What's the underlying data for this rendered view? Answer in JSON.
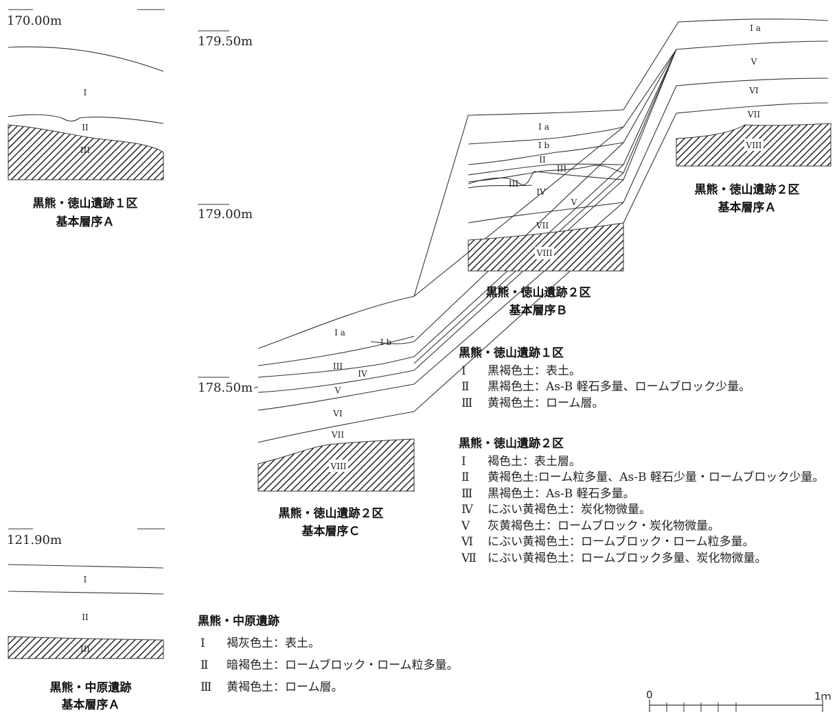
{
  "elevations": {
    "site1": "170.00m",
    "area2_top": "179.50m",
    "area2_mid": "179.00m",
    "area2_low": "178.50m",
    "nakahara": "121.90m"
  },
  "profiles": {
    "site1_a": {
      "caption1": "黒熊・徳山遺跡１区",
      "caption2": "基本層序Ａ",
      "layers": [
        "I",
        "II",
        "III"
      ]
    },
    "site2_a": {
      "caption1": "黒熊・徳山遺跡２区",
      "caption2": "基本層序Ａ",
      "layers": [
        "I a",
        "V",
        "VI",
        "VII",
        "VIII"
      ]
    },
    "site2_b": {
      "caption1": "黒熊・徳山遺跡２区",
      "caption2": "基本層序Ｂ",
      "layers": [
        "I a",
        "I b",
        "II",
        "III",
        "III",
        "IV",
        "V",
        "VII",
        "VIII"
      ]
    },
    "site2_c": {
      "caption1": "黒熊・徳山遺跡２区",
      "caption2": "基本層序Ｃ",
      "layers": [
        "I a",
        "I b",
        "III",
        "IV",
        "V",
        "VI",
        "VII",
        "VIII"
      ]
    },
    "nakahara_a": {
      "caption1": "黒熊・中原遺跡",
      "caption2": "基本層序Ａ",
      "layers": [
        "I",
        "II",
        "III"
      ]
    }
  },
  "legends": {
    "site1": {
      "title": "黒熊・徳山遺跡１区",
      "items": [
        {
          "num": "Ⅰ",
          "text": "黒褐色土：表土。"
        },
        {
          "num": "Ⅱ",
          "text": "黒褐色土：As-B 軽石多量、ロームブロック少量。"
        },
        {
          "num": "Ⅲ",
          "text": "黄褐色土：ローム層。"
        }
      ]
    },
    "site2": {
      "title": "黒熊・徳山遺跡２区",
      "items": [
        {
          "num": "Ⅰ",
          "text": "褐色土：表土層。"
        },
        {
          "num": "Ⅱ",
          "text": "黄褐色土:ローム粒多量、As-B 軽石少量・ロームブロック少量。"
        },
        {
          "num": "Ⅲ",
          "text": "黒褐色土：As-B 軽石多量。"
        },
        {
          "num": "Ⅳ",
          "text": "にぶい黄褐色土：炭化物微量。"
        },
        {
          "num": "Ⅴ",
          "text": "灰黄褐色土：ロームブロック・炭化物微量。"
        },
        {
          "num": "Ⅵ",
          "text": "にぶい黄褐色土：ロームブロック・ローム粒多量。"
        },
        {
          "num": "Ⅶ",
          "text": "にぶい黄褐色土：ロームブロック多量、炭化物微量。"
        }
      ]
    },
    "nakahara": {
      "title": "黒熊・中原遺跡",
      "items": [
        {
          "num": "Ⅰ",
          "text": "褐灰色土：表土。"
        },
        {
          "num": "Ⅱ",
          "text": "暗褐色土：ロームブロック・ローム粒多量。"
        },
        {
          "num": "Ⅲ",
          "text": "黄褐色土：ローム層。"
        }
      ]
    }
  },
  "scale": {
    "start": "0",
    "end": "1ｍ"
  }
}
